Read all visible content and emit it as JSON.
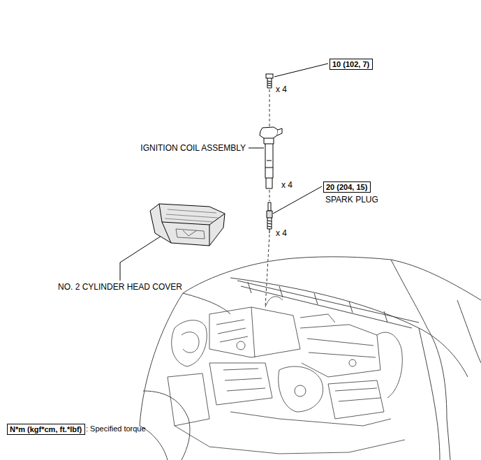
{
  "diagram": {
    "nodes": [
      {
        "text": [
          "10 (102, 7)"
        ]
      },
      {
        "text": [
          "20 (204, 15)"
        ]
      },
      {
        "text": [
          "N*m (kgf*cm, ft.*lbf)",
          ": Specified torque"
        ]
      }
    ],
    "labels": [
      "x 4",
      "IGNITION COIL ASSEMBLY",
      "x 4",
      "SPARK PLUG",
      "x 4",
      "NO. 2 CYLINDER HEAD COVER"
    ]
  }
}
